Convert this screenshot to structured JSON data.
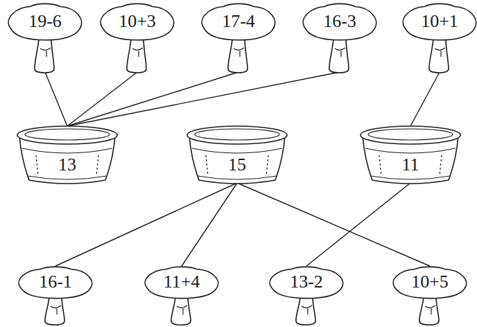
{
  "diagram": {
    "nodes": [
      {
        "text": [
          "19-6"
        ]
      },
      {
        "text": [
          "10+3"
        ]
      },
      {
        "text": [
          "17-4"
        ]
      },
      {
        "text": [
          "16-3"
        ]
      },
      {
        "text": [
          "10+1"
        ]
      },
      {
        "text": [
          "13"
        ]
      },
      {
        "text": [
          "15"
        ]
      },
      {
        "text": [
          "11"
        ]
      },
      {
        "text": [
          "16-1"
        ]
      },
      {
        "text": [
          "11+4"
        ]
      },
      {
        "text": [
          "13-2"
        ]
      },
      {
        "text": [
          "10+5"
        ]
      }
    ],
    "edges": [
      {
        "from": 0,
        "to": 5,
        "arrow": "none"
      },
      {
        "from": 1,
        "to": 5,
        "arrow": "none"
      },
      {
        "from": 2,
        "to": 5,
        "arrow": "none"
      },
      {
        "from": 3,
        "to": 5,
        "arrow": "none"
      },
      {
        "from": 4,
        "to": 7,
        "arrow": "none"
      },
      {
        "from": 8,
        "to": 6,
        "arrow": "none"
      },
      {
        "from": 9,
        "to": 6,
        "arrow": "none"
      },
      {
        "from": 10,
        "to": 7,
        "arrow": "none"
      },
      {
        "from": 11,
        "to": 6,
        "arrow": "none"
      }
    ]
  }
}
